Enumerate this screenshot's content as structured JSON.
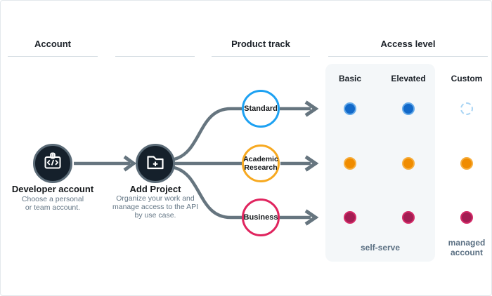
{
  "headers": {
    "account": "Account",
    "product_track": "Product track",
    "access_level": "Access level"
  },
  "nodes": {
    "developer_account": {
      "title": "Developer account",
      "subtitle_lines": [
        "Choose a personal",
        "or team account."
      ],
      "icon": "id-badge-code-icon"
    },
    "add_project": {
      "title": "Add Project",
      "subtitle_lines": [
        "Organize your work and",
        "manage access to the API",
        "by use case."
      ],
      "icon": "folder-plus-icon"
    }
  },
  "tracks": [
    {
      "label": "Standard",
      "label_lines": [
        "Standard"
      ],
      "color": "#1da1f2"
    },
    {
      "label": "Academic Research",
      "label_lines": [
        "Academic",
        "Research"
      ],
      "color": "#f7a920"
    },
    {
      "label": "Business",
      "label_lines": [
        "Business"
      ],
      "color": "#e0245e"
    }
  ],
  "access": {
    "columns": [
      "Basic",
      "Elevated",
      "Custom"
    ],
    "matrix": [
      {
        "track": "Standard",
        "basic": "filled-blue",
        "elevated": "filled-blue",
        "custom": "dashed-outline"
      },
      {
        "track": "Academic Research",
        "basic": "filled-orange",
        "elevated": "filled-orange",
        "custom": "filled-orange"
      },
      {
        "track": "Business",
        "basic": "filled-crimson",
        "elevated": "filled-crimson",
        "custom": "filled-crimson"
      }
    ],
    "self_serve_label": "self-serve",
    "managed_account_lines": [
      "managed",
      "account"
    ]
  },
  "colors": {
    "connector_gray": "#66757f",
    "dark_node_fill": "#15202b",
    "dark_node_ring": "#5b6b77",
    "standard_blue": "#1da1f2",
    "academic_orange": "#f7a920",
    "business_pink": "#e0245e",
    "dot_blue": "#1269c9",
    "dot_orange": "#f08c00",
    "dot_crimson": "#a31d53",
    "dot_dashed_blue": "#a8d4f4",
    "panel_bg": "#f4f7f9",
    "slate_label": "#5b7083",
    "subtitle_gray": "#657786"
  }
}
